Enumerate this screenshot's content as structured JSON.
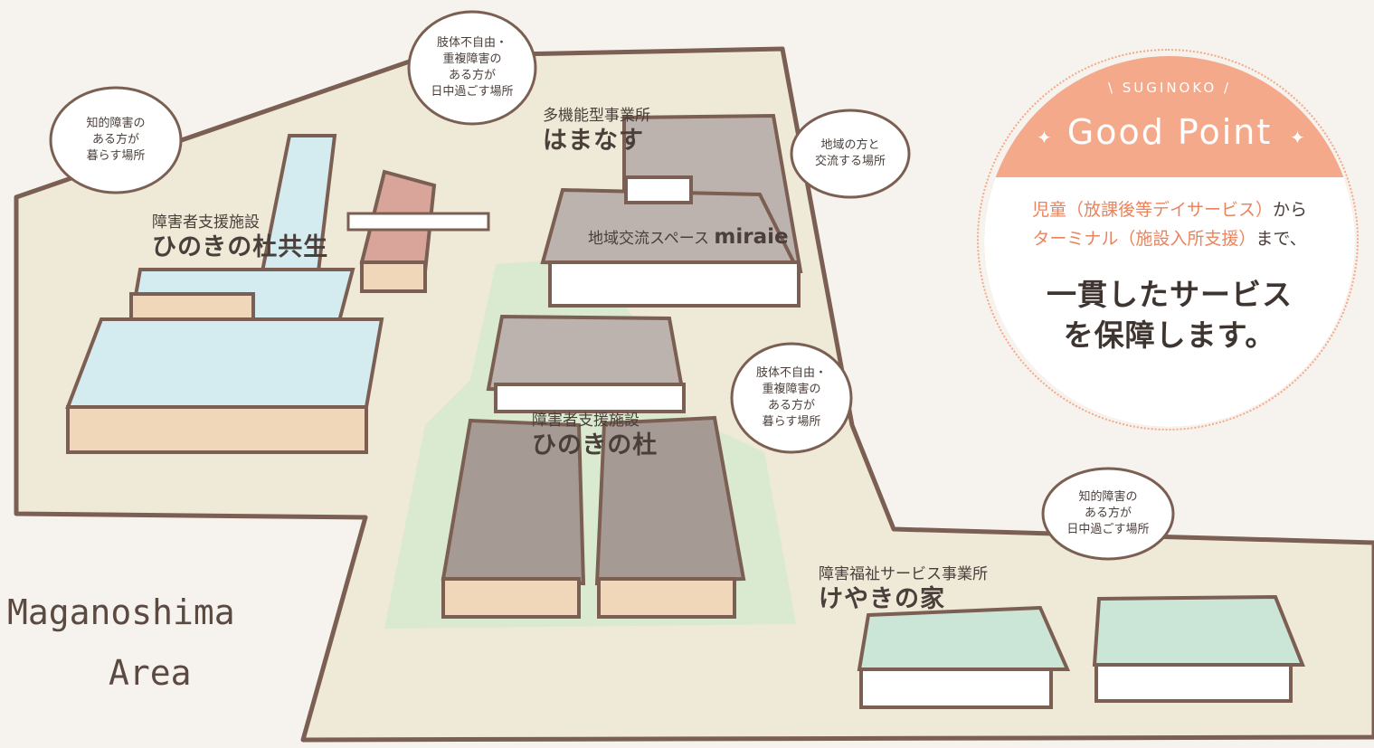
{
  "area": {
    "line1": "Maganoshima",
    "line2": "Area"
  },
  "buildings": [
    {
      "small": "障害者支援施設",
      "big": "ひのきの杜共生"
    },
    {
      "small": "多機能型事業所",
      "big": "はまなす"
    },
    {
      "small": "地域交流スペース",
      "big": "miraie"
    },
    {
      "small": "障害者支援施設",
      "big": "ひのきの杜"
    },
    {
      "small": "障害福祉サービス事業所",
      "big": "けやきの家"
    }
  ],
  "bubbles": [
    {
      "lines": [
        "知的障害の",
        "ある方が",
        "暮らす場所"
      ]
    },
    {
      "lines": [
        "肢体不自由・",
        "重複障害の",
        "ある方が",
        "日中過ごす場所"
      ]
    },
    {
      "lines": [
        "地域の方と",
        "交流する場所"
      ]
    },
    {
      "lines": [
        "肢体不自由・",
        "重複障害の",
        "ある方が",
        "暮らす場所"
      ]
    },
    {
      "lines": [
        "知的障害の",
        "ある方が",
        "日中過ごす場所"
      ]
    }
  ],
  "good_point": {
    "brand": "\\ SUGINOKO /",
    "title": "Good Point",
    "line1_hl1": "児童（放課後等デイサービス）",
    "line1_tail": "から",
    "line2_hl": "ターミナル（施設入所支援）",
    "line2_tail": "まで、",
    "main1": "一貫したサービス",
    "main2": "を保障します。"
  },
  "colors": {
    "ground": "#efe9d8",
    "outline": "#7a5f52",
    "roof_blue": "#d4ebef",
    "roof_red": "#d9a49a",
    "roof_gray": "#bdb3ae",
    "roof_green": "#cbe6d7",
    "wall": "#f1d7b9",
    "grass": "#d9ead0",
    "accent": "#f4a98a"
  }
}
